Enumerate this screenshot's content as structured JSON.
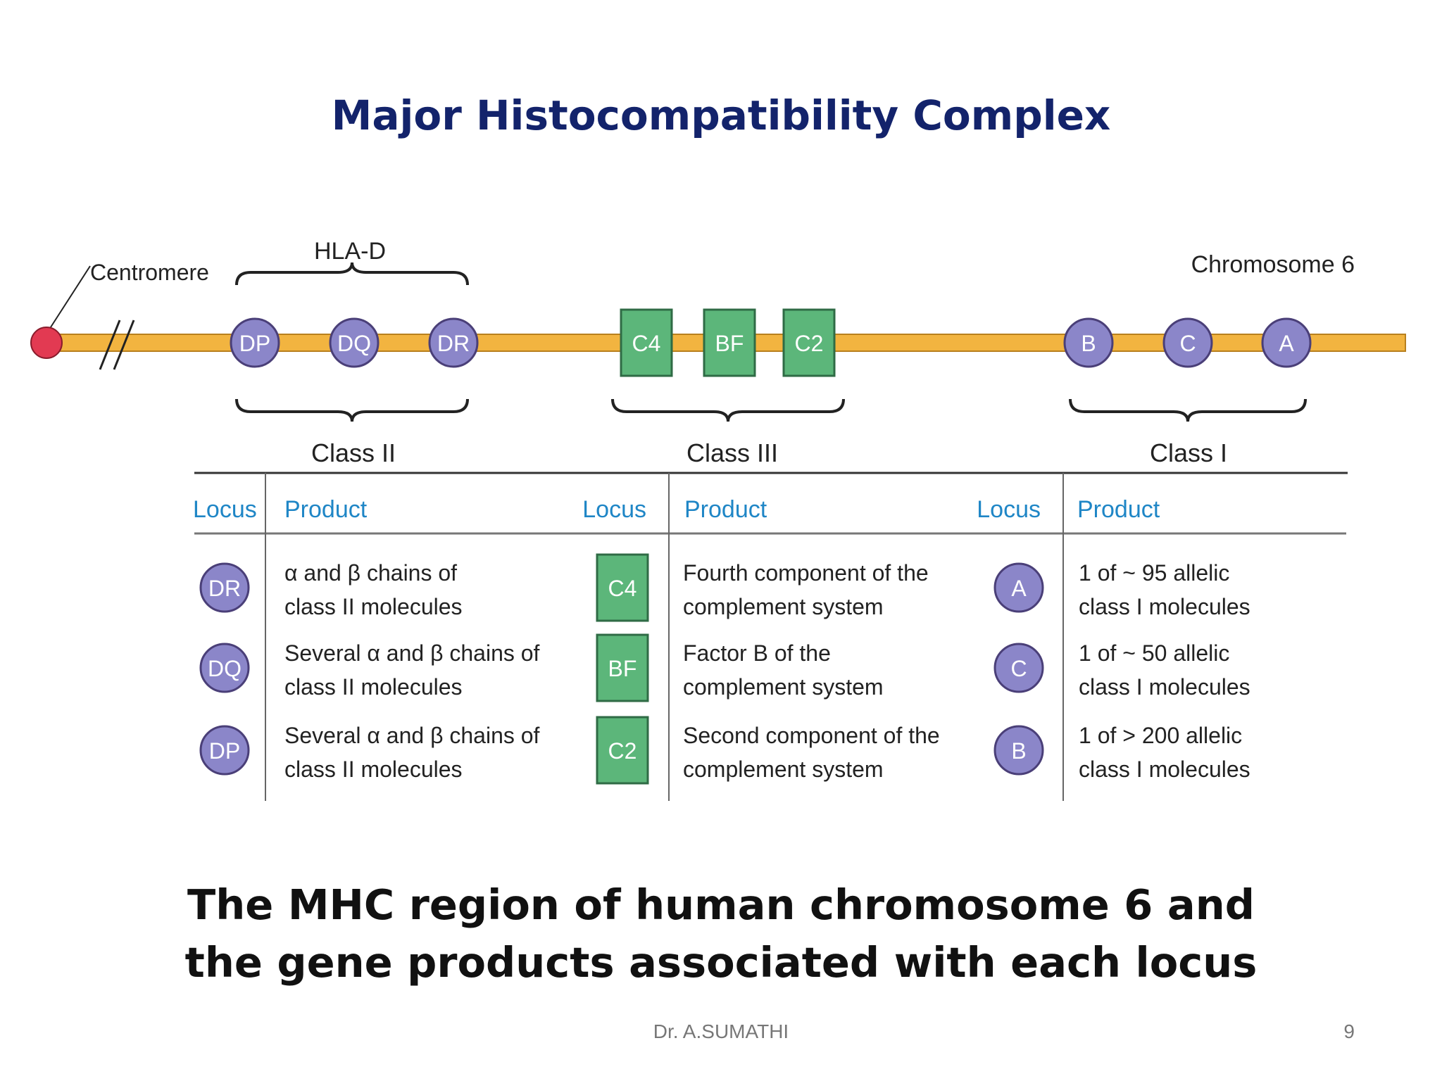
{
  "slide": {
    "title": "Major Histocompatibility Complex",
    "caption_line1": "The MHC region of human chromosome 6 and",
    "caption_line2": "the gene products associated with each locus",
    "author": "Dr. A.SUMATHI",
    "page_number": "9"
  },
  "diagram": {
    "centromere_label": "Centromere",
    "hla_d_label": "HLA-D",
    "chromosome_label": "Chromosome 6",
    "class_labels": [
      "Class II",
      "Class III",
      "Class I"
    ],
    "chromosome_loci": [
      {
        "label": "DP",
        "shape": "circle"
      },
      {
        "label": "DQ",
        "shape": "circle"
      },
      {
        "label": "DR",
        "shape": "circle"
      },
      {
        "label": "C4",
        "shape": "square"
      },
      {
        "label": "BF",
        "shape": "square"
      },
      {
        "label": "C2",
        "shape": "square"
      },
      {
        "label": "B",
        "shape": "circle"
      },
      {
        "label": "C",
        "shape": "circle"
      },
      {
        "label": "A",
        "shape": "circle"
      }
    ],
    "table_headers": [
      "Locus",
      "Product",
      "Locus",
      "Product",
      "Locus",
      "Product"
    ],
    "table_groups": [
      {
        "shape": "circle",
        "rows": [
          {
            "locus": "DR",
            "product": [
              "α and β chains of",
              "class II molecules"
            ]
          },
          {
            "locus": "DQ",
            "product": [
              "Several α and β chains of",
              "class II molecules"
            ]
          },
          {
            "locus": "DP",
            "product": [
              "Several α and β chains of",
              "class II molecules"
            ]
          }
        ]
      },
      {
        "shape": "square",
        "rows": [
          {
            "locus": "C4",
            "product": [
              "Fourth component of the",
              "complement system"
            ]
          },
          {
            "locus": "BF",
            "product": [
              "Factor B of the",
              "complement system"
            ]
          },
          {
            "locus": "C2",
            "product": [
              "Second component of the",
              "complement system"
            ]
          }
        ]
      },
      {
        "shape": "circle",
        "rows": [
          {
            "locus": "A",
            "product": [
              "1 of ~ 95 allelic",
              "class I molecules"
            ]
          },
          {
            "locus": "C",
            "product": [
              "1 of ~ 50 allelic",
              "class I molecules"
            ]
          },
          {
            "locus": "B",
            "product": [
              "1 of > 200 allelic",
              "class I molecules"
            ]
          }
        ]
      }
    ],
    "colors": {
      "title": "#13236b",
      "chromosome_bar": "#f2b440",
      "centromere": "#e23a52",
      "circle_locus": "#8b86c9",
      "square_locus": "#5cb67a",
      "table_header": "#1f86c6"
    }
  }
}
